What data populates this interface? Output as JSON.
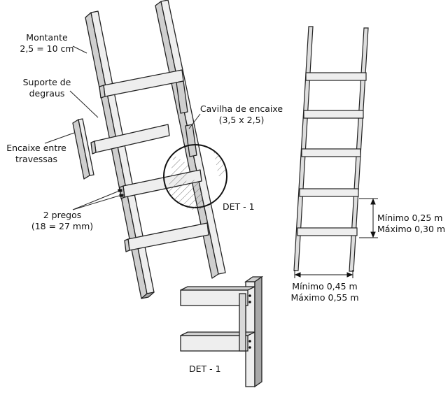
{
  "labels": {
    "montante_line1": "Montante",
    "montante_line2": "2,5 = 10 cm",
    "suporte_line1": "Suporte de",
    "suporte_line2": "degraus",
    "encaixe_line1": "Encaixe entre",
    "encaixe_line2": "travessas",
    "pregos_line1": "2 pregos",
    "pregos_line2": "(18 = 27 mm)",
    "cavilha_line1": "Cavilha de encaixe",
    "cavilha_line2": "(3,5 x 2,5)",
    "det_label": "DET - 1",
    "det_label_bottom": "DET - 1",
    "spacing_min": "Mínimo 0,25 m",
    "spacing_max": "Máximo 0,30 m",
    "width_min": "Mínimo 0,45 m",
    "width_max": "Máximo 0,55 m"
  },
  "colors": {
    "wood_light": "#eeeeee",
    "wood_mid": "#cfcfcf",
    "wood_dark": "#a8a8a8",
    "outline": "#222222"
  }
}
